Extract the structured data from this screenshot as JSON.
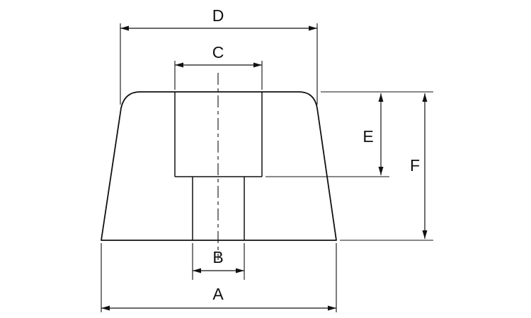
{
  "page": {
    "background": "#ffffff"
  },
  "colors": {
    "line": "#111111"
  },
  "diagram": {
    "type": "technical-drawing",
    "description": "Dimensioned cross-section of a tapered bumper/foot with a recessed center hole and through channel",
    "labels": {
      "base_width": "A",
      "stem_width": "B",
      "recess_width": "C",
      "top_width": "D",
      "recess_depth": "E",
      "overall_height": "F"
    }
  }
}
